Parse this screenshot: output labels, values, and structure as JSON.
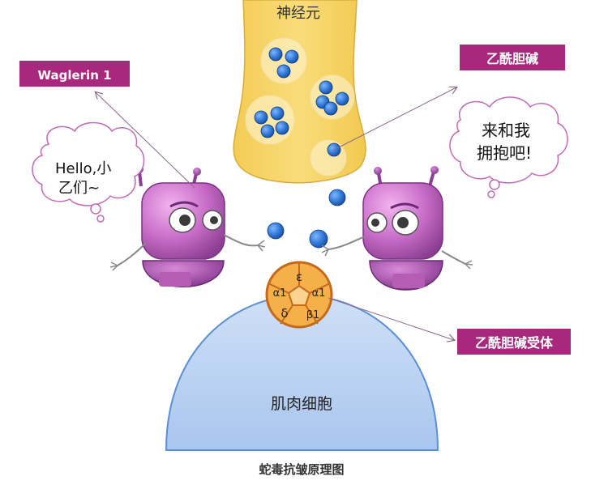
{
  "labels": {
    "neuron": "神经元",
    "muscle": "肌肉细胞",
    "waglerin": "Waglerin 1",
    "ach": "乙酰胆碱",
    "receptor": "乙酰胆碱受体",
    "caption": "蛇毒抗皱原理图"
  },
  "bubbles": {
    "left_line1": "Hello,小",
    "left_line2": "乙们~",
    "right_line1": "来和我",
    "right_line2": "拥抱吧!"
  },
  "subunits": {
    "epsilon": "ε",
    "alpha_left": "α1",
    "alpha_right": "α1",
    "delta": "δ",
    "beta": "β1"
  },
  "colors": {
    "neuron_fill": "#f6d56a",
    "muscle_fill": "#b6cff0",
    "tag_fill": "#a8287e",
    "robot_pink": "#c86cc8",
    "ach_blue": "#2f78d6",
    "receptor_fill": "#f6b04a"
  }
}
